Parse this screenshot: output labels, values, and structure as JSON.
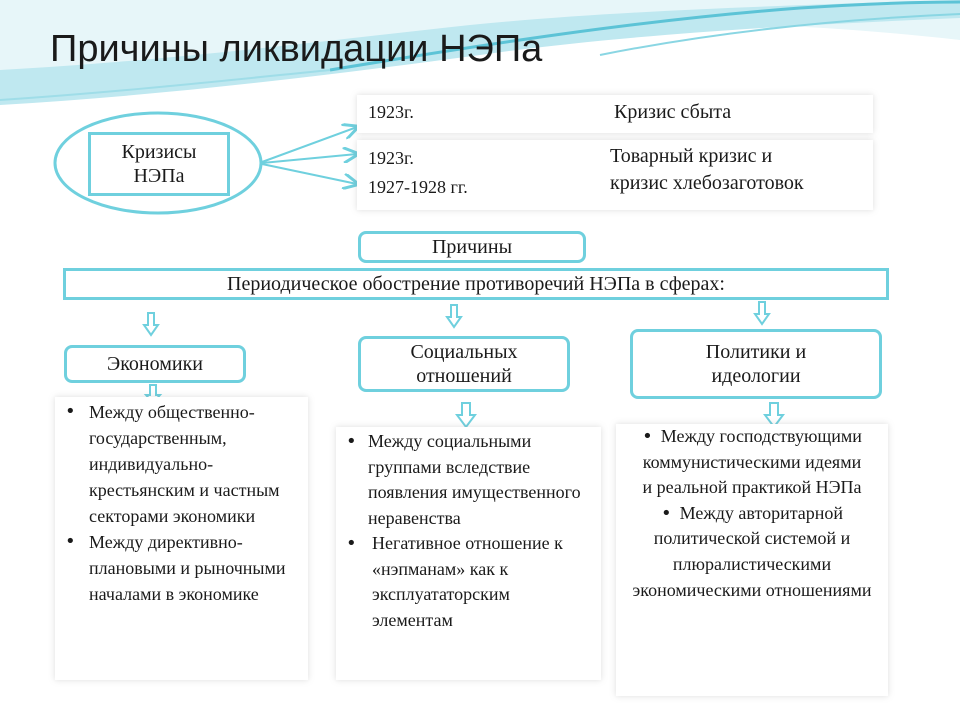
{
  "title": "Причины ликвидации НЭПа",
  "crisis_box": {
    "label_line1": "Кризисы",
    "label_line2": "НЭПа"
  },
  "crises": [
    {
      "date": "1923г.",
      "description": "Кризис сбыта"
    },
    {
      "date_line1": "1923г.",
      "date_line2": "1927-1928 гг.",
      "description_line1": "Товарный кризис и",
      "description_line2": "кризис  хлебозаготовок"
    }
  ],
  "causes_label": "Причины",
  "main_statement": "Периодическое обострение противоречий НЭПа в сферах:",
  "spheres": [
    {
      "label": "Экономики",
      "items": [
        "Между общественно-государственным, индивидуально-крестьянским и частным секторами экономики",
        "Между директивно-плановыми и рыночными началами в экономике"
      ]
    },
    {
      "label_line1": "Социальных",
      "label_line2": "отношений",
      "items": [
        "Между социальными группами вследствие появления имущественного неравенства",
        "Негативное отношение к «нэпманам» как к эксплуататорским элементам"
      ]
    },
    {
      "label_line1": "Политики и",
      "label_line2": "идеологии",
      "items": [
        "Между господствующими коммунистическими идеями и реальной практикой НЭПа",
        "Между авторитарной политической системой и плюралистическими экономическими отношениями"
      ]
    }
  ],
  "colors": {
    "accent": "#6fd0de",
    "wave_light": "#bfe8f0",
    "wave_dark": "#5cc3d6",
    "text": "#1a1a1a"
  }
}
